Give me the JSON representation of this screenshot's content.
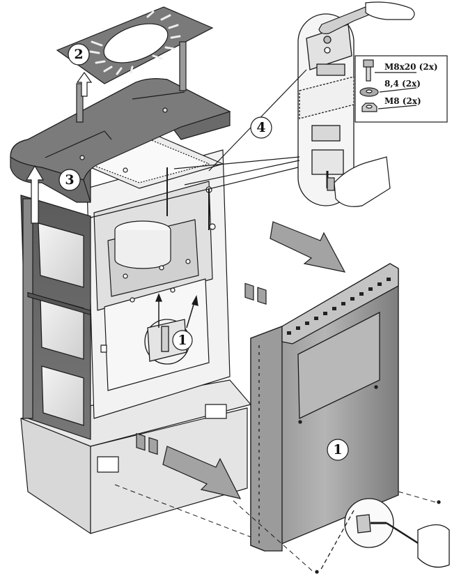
{
  "callouts": {
    "front_panel": "1",
    "bracket_detail": "1",
    "top_grille": "2",
    "side_frame": "3",
    "detail_view": "4"
  },
  "parts": [
    {
      "label": "M8x20 (2x)",
      "icon": "bolt-icon"
    },
    {
      "label": "8,4 (2x)",
      "icon": "washer-icon"
    },
    {
      "label": "M8 (2x)",
      "icon": "nut-icon"
    }
  ],
  "colors": {
    "line": "#1a1a1a",
    "panel_dark": "#6e6e6e",
    "panel_light": "#d4d4d4",
    "arrow_fill": "#9a9a9a",
    "body_light": "#efefef"
  }
}
